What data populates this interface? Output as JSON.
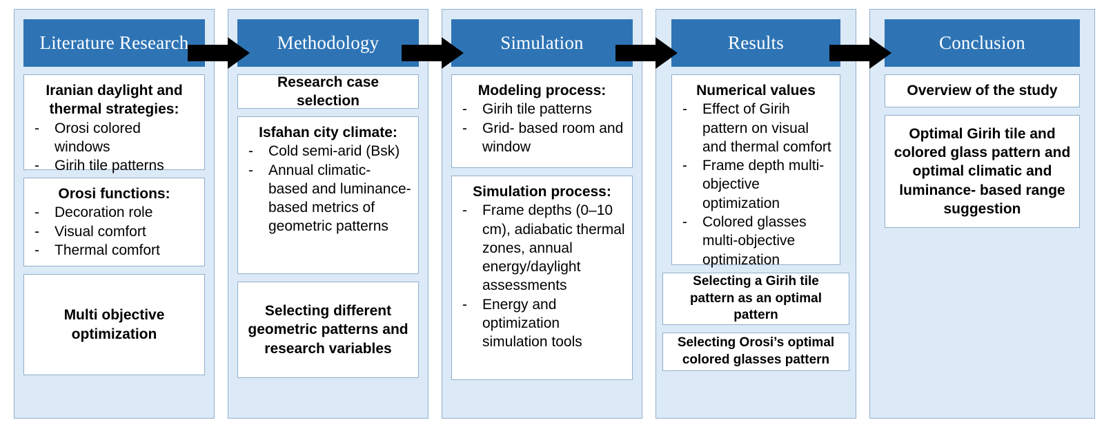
{
  "diagram": {
    "title": "Research workflow flowchart",
    "accent_color": "#2E74B5",
    "panel_color": "#DCE9F7",
    "border_color": "#8FAFCB",
    "arrow_color": "#000000"
  },
  "columns": [
    {
      "header": "Literature Research",
      "cards": [
        {
          "title": "Iranian daylight and thermal strategies:",
          "bullets": [
            "Orosi colored windows",
            "Girih tile patterns"
          ]
        },
        {
          "title": "Orosi functions:",
          "bullets": [
            "Decoration role",
            "Visual comfort",
            "Thermal comfort"
          ]
        },
        {
          "bold_text": "Multi objective optimization"
        }
      ]
    },
    {
      "header": "Methodology",
      "cards": [
        {
          "bold_text": "Research case selection"
        },
        {
          "title": "Isfahan city climate:",
          "bullets": [
            "Cold semi-arid (Bsk)",
            "Annual climatic- based and luminance- based metrics of geometric patterns"
          ]
        },
        {
          "bold_text": "Selecting different geometric patterns and research variables"
        }
      ]
    },
    {
      "header": "Simulation",
      "cards": [
        {
          "title": "Modeling process:",
          "bullets": [
            "Girih tile patterns",
            "Grid- based room and window"
          ]
        },
        {
          "title": "Simulation process:",
          "bullets": [
            "Frame depths (0–10 cm), adiabatic thermal zones, annual energy/daylight assessments",
            "Energy and optimization simulation tools"
          ]
        }
      ]
    },
    {
      "header": "Results",
      "cards": [
        {
          "title": "Numerical values",
          "bullets": [
            "Effect of Girih pattern on visual and thermal comfort",
            "Frame depth multi-objective optimization",
            "Colored glasses multi-objective optimization"
          ]
        },
        {
          "bold_text": "Selecting a Girih tile pattern as an optimal pattern"
        },
        {
          "bold_text": "Selecting Orosi’s optimal colored glasses pattern"
        }
      ]
    },
    {
      "header": "Conclusion",
      "cards": [
        {
          "bold_text": "Overview of the study"
        },
        {
          "bold_text": "Optimal Girih tile and colored glass pattern and optimal climatic and luminance- based range suggestion"
        }
      ]
    }
  ],
  "arrows": [
    {
      "name": "arrow-literature-to-methodology"
    },
    {
      "name": "arrow-methodology-to-simulation"
    },
    {
      "name": "arrow-simulation-to-results"
    },
    {
      "name": "arrow-results-to-conclusion"
    }
  ]
}
